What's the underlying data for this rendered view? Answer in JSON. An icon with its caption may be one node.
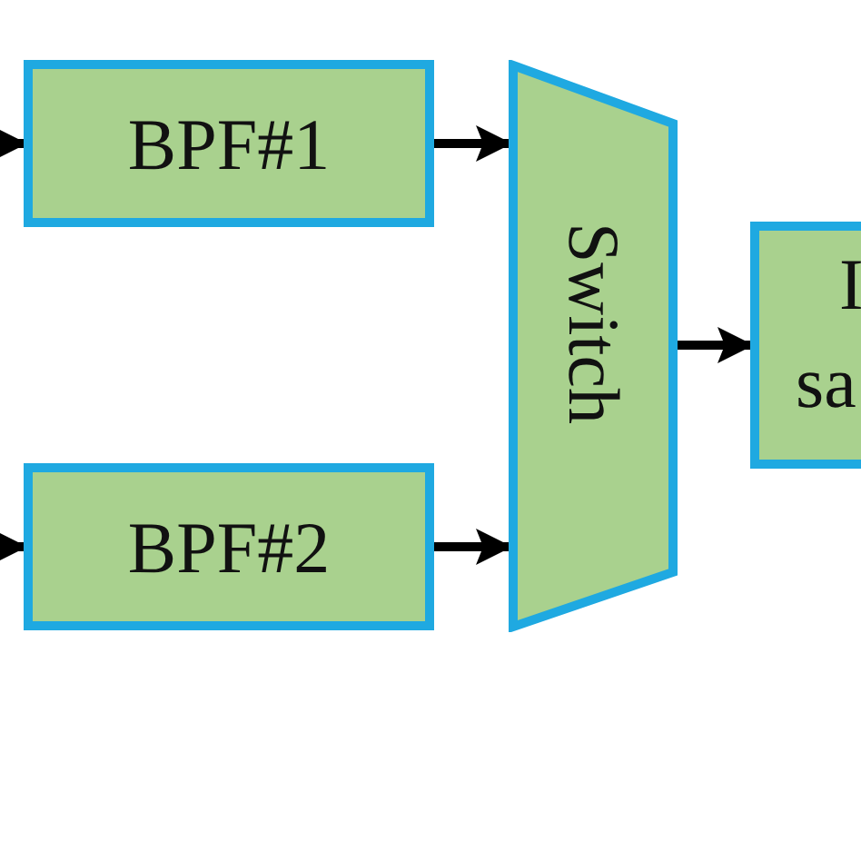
{
  "diagram": {
    "nodes": [
      {
        "text": [
          "BPF#1"
        ]
      },
      {
        "text": [
          "BPF#2"
        ]
      },
      {
        "text": [
          "Switch"
        ]
      },
      {
        "text": [
          "I",
          "sa"
        ]
      }
    ],
    "edges": [
      {
        "from": null,
        "to": 0,
        "arrow": "to"
      },
      {
        "from": null,
        "to": 1,
        "arrow": "to"
      },
      {
        "from": 0,
        "to": 2,
        "arrow": "to"
      },
      {
        "from": 1,
        "to": 2,
        "arrow": "to"
      },
      {
        "from": 2,
        "to": 3,
        "arrow": "to"
      }
    ]
  }
}
